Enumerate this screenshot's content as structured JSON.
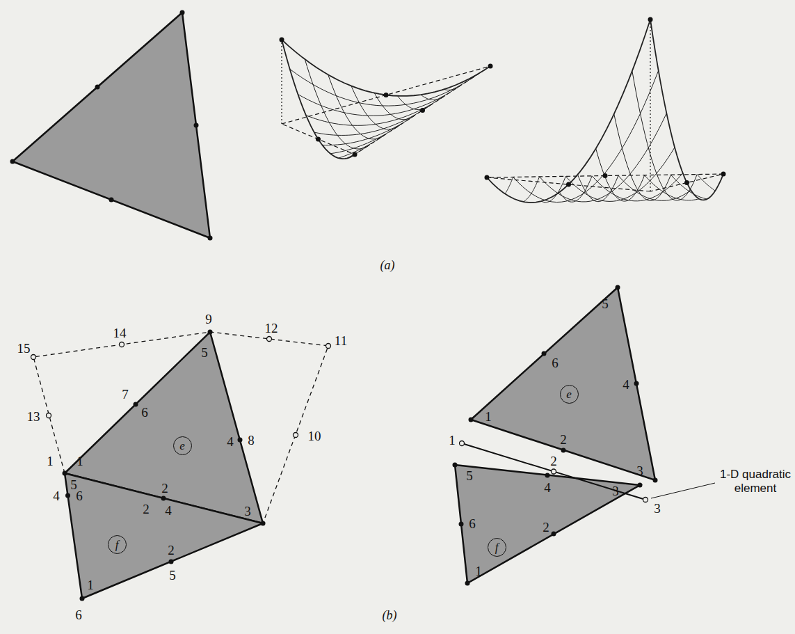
{
  "diagram": {
    "nodes": [
      {
        "text": [
          "e"
        ]
      },
      {
        "text": [
          "f"
        ]
      },
      {
        "text": [
          "e"
        ]
      },
      {
        "text": [
          "f"
        ]
      }
    ],
    "labels": [
      "(a)",
      "15",
      "14",
      "9",
      "12",
      "11",
      "5",
      "13",
      "7",
      "6",
      "4",
      "8",
      "10",
      "1",
      "1",
      "5",
      "2",
      "2",
      "4",
      "3",
      "4",
      "6",
      "1",
      "2",
      "5",
      "6",
      "(b)",
      "5",
      "6",
      "4",
      "1",
      "2",
      "3",
      "1",
      "2",
      "3",
      "1-D quadratic element",
      "5",
      "4",
      "3",
      "6",
      "2",
      "1"
    ]
  }
}
